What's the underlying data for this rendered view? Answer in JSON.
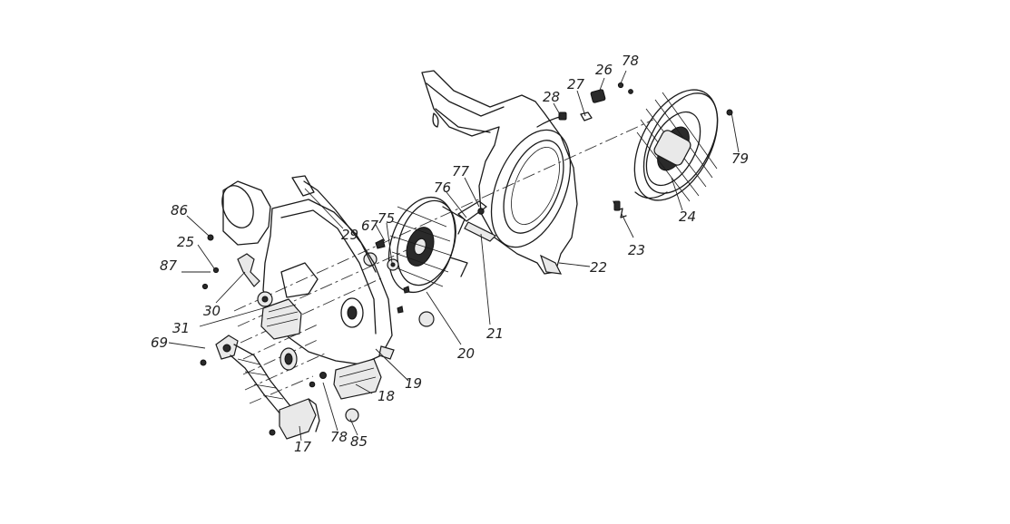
{
  "diagram": {
    "part_labels": {
      "p17": "17",
      "p18": "18",
      "p19": "19",
      "p20": "20",
      "p21": "21",
      "p22": "22",
      "p23": "23",
      "p24": "24",
      "p25": "25",
      "p26": "26",
      "p27": "27",
      "p28": "28",
      "p29": "29",
      "p30": "30",
      "p31": "31",
      "p67": "67",
      "p69": "69",
      "p75": "75",
      "p76": "76",
      "p77": "77",
      "p78a": "78",
      "p78b": "78",
      "p79": "79",
      "p85": "85",
      "p86": "86",
      "p87": "87"
    }
  }
}
